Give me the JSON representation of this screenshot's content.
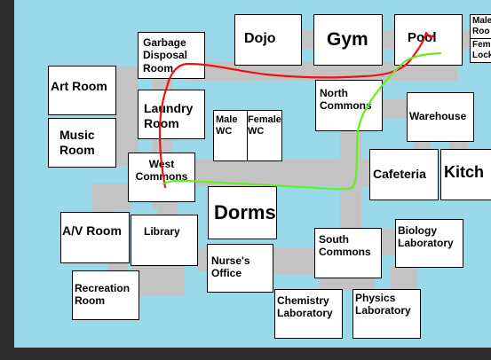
{
  "rooms": {
    "garbage": "Garbage\nDisposal\nRoom",
    "dojo": "Dojo",
    "gym": "Gym",
    "pool": "Pool",
    "male_locker": "Male\nRoo",
    "female_locker": "Fem\nLock",
    "art": "Art Room",
    "music": "Music\nRoom",
    "laundry": "Laundry\nRoom",
    "male_wc": "Male\nWC",
    "female_wc": "Female\nWC",
    "north_commons": "North\nCommons",
    "warehouse": "Warehouse",
    "west_commons": "West\nCommons",
    "dorms": "Dorms",
    "cafeteria": "Cafeteria",
    "kitchen": "Kitch",
    "av": "A/V Room",
    "library": "Library",
    "nurse": "Nurse's\nOffice",
    "south_commons": "South\nCommons",
    "biology": "Biology\nLaboratory",
    "recreation": "Recreation\nRoom",
    "chemistry": "Chemistry\nLaboratory",
    "physics": "Physics\nLaboratory"
  },
  "route_colors": {
    "red": "#ee1111",
    "green": "#66ee22"
  }
}
